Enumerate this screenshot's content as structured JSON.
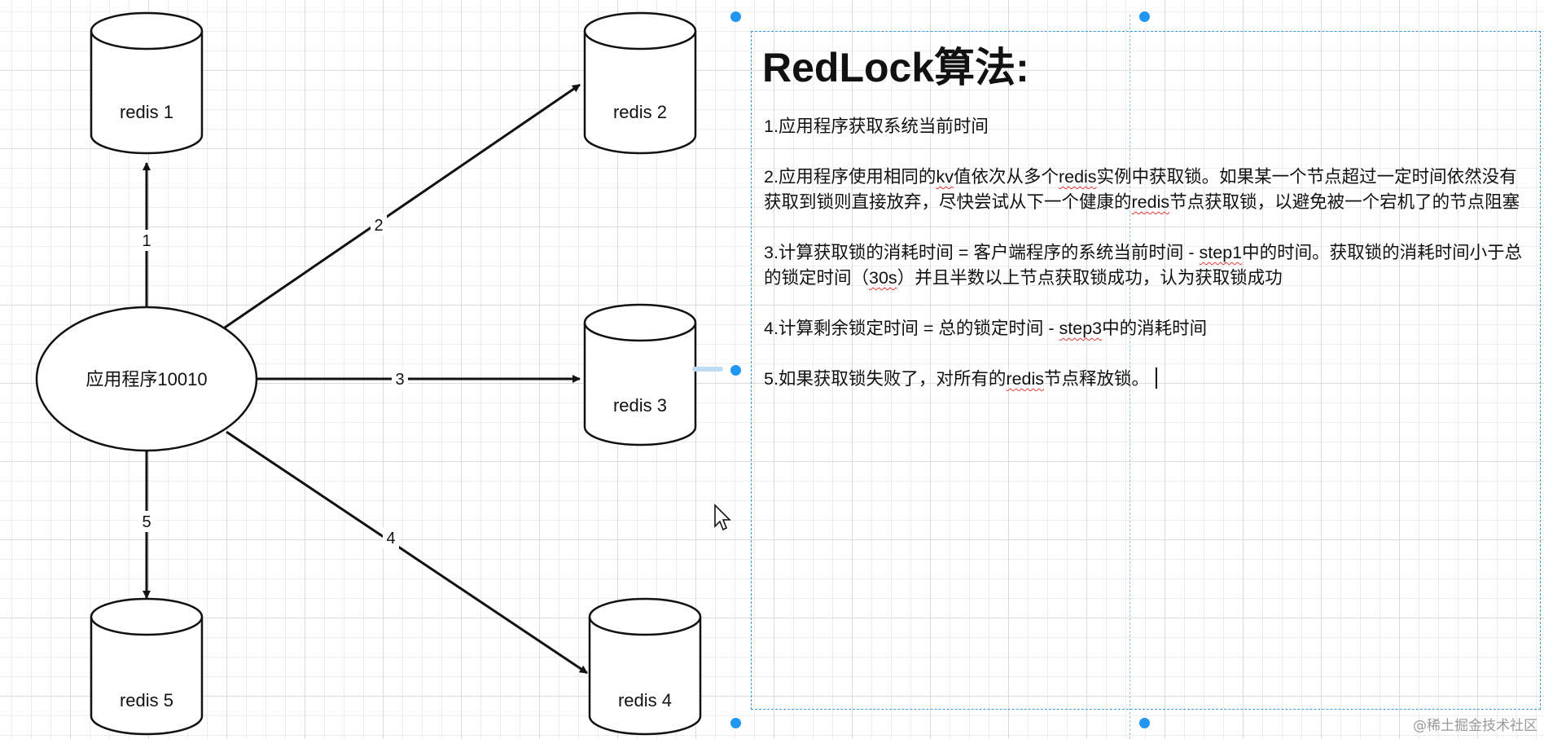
{
  "diagram": {
    "app": "应用程序10010",
    "nodes": [
      "redis 1",
      "redis 2",
      "redis 3",
      "redis 4",
      "redis 5"
    ],
    "edge_labels": [
      "1",
      "2",
      "3",
      "4",
      "5"
    ]
  },
  "doc": {
    "title": "RedLock算法:",
    "steps": [
      [
        {
          "t": "1.应用程序获取系统当前时间"
        }
      ],
      [
        {
          "t": "2.应用程序使用相同的"
        },
        {
          "t": "kv",
          "spell": true
        },
        {
          "t": "值依次从多个"
        },
        {
          "t": "redis",
          "spell": true
        },
        {
          "t": "实例中获取锁。如果某一个节点超过一定时间依然没有获取到锁则直接放弃，尽快尝试从下一个健康的"
        },
        {
          "t": "redis",
          "spell": true
        },
        {
          "t": "节点获取锁，以避免被一个宕机了的节点阻塞"
        }
      ],
      [
        {
          "t": "3.计算获取锁的消耗时间 = 客户端程序的系统当前时间 - "
        },
        {
          "t": "step1",
          "spell": true
        },
        {
          "t": "中的时间。获取锁的消耗时间小于总的锁定时间（"
        },
        {
          "t": "30s",
          "spell": true
        },
        {
          "t": "）并且半数以上节点获取锁成功，认为获取锁成功"
        }
      ],
      [
        {
          "t": "4.计算剩余锁定时间 = 总的锁定时间 - "
        },
        {
          "t": "step3",
          "spell": true
        },
        {
          "t": "中的消耗时间"
        }
      ],
      [
        {
          "t": "5.如果获取锁失败了，对所有的"
        },
        {
          "t": "redis",
          "spell": true
        },
        {
          "t": "节点释放锁。"
        }
      ]
    ]
  },
  "watermark": "@稀土掘金技术社区",
  "colors": {
    "accent": "#2196f3",
    "spellcheck": "#e53935",
    "stroke": "#111111"
  }
}
